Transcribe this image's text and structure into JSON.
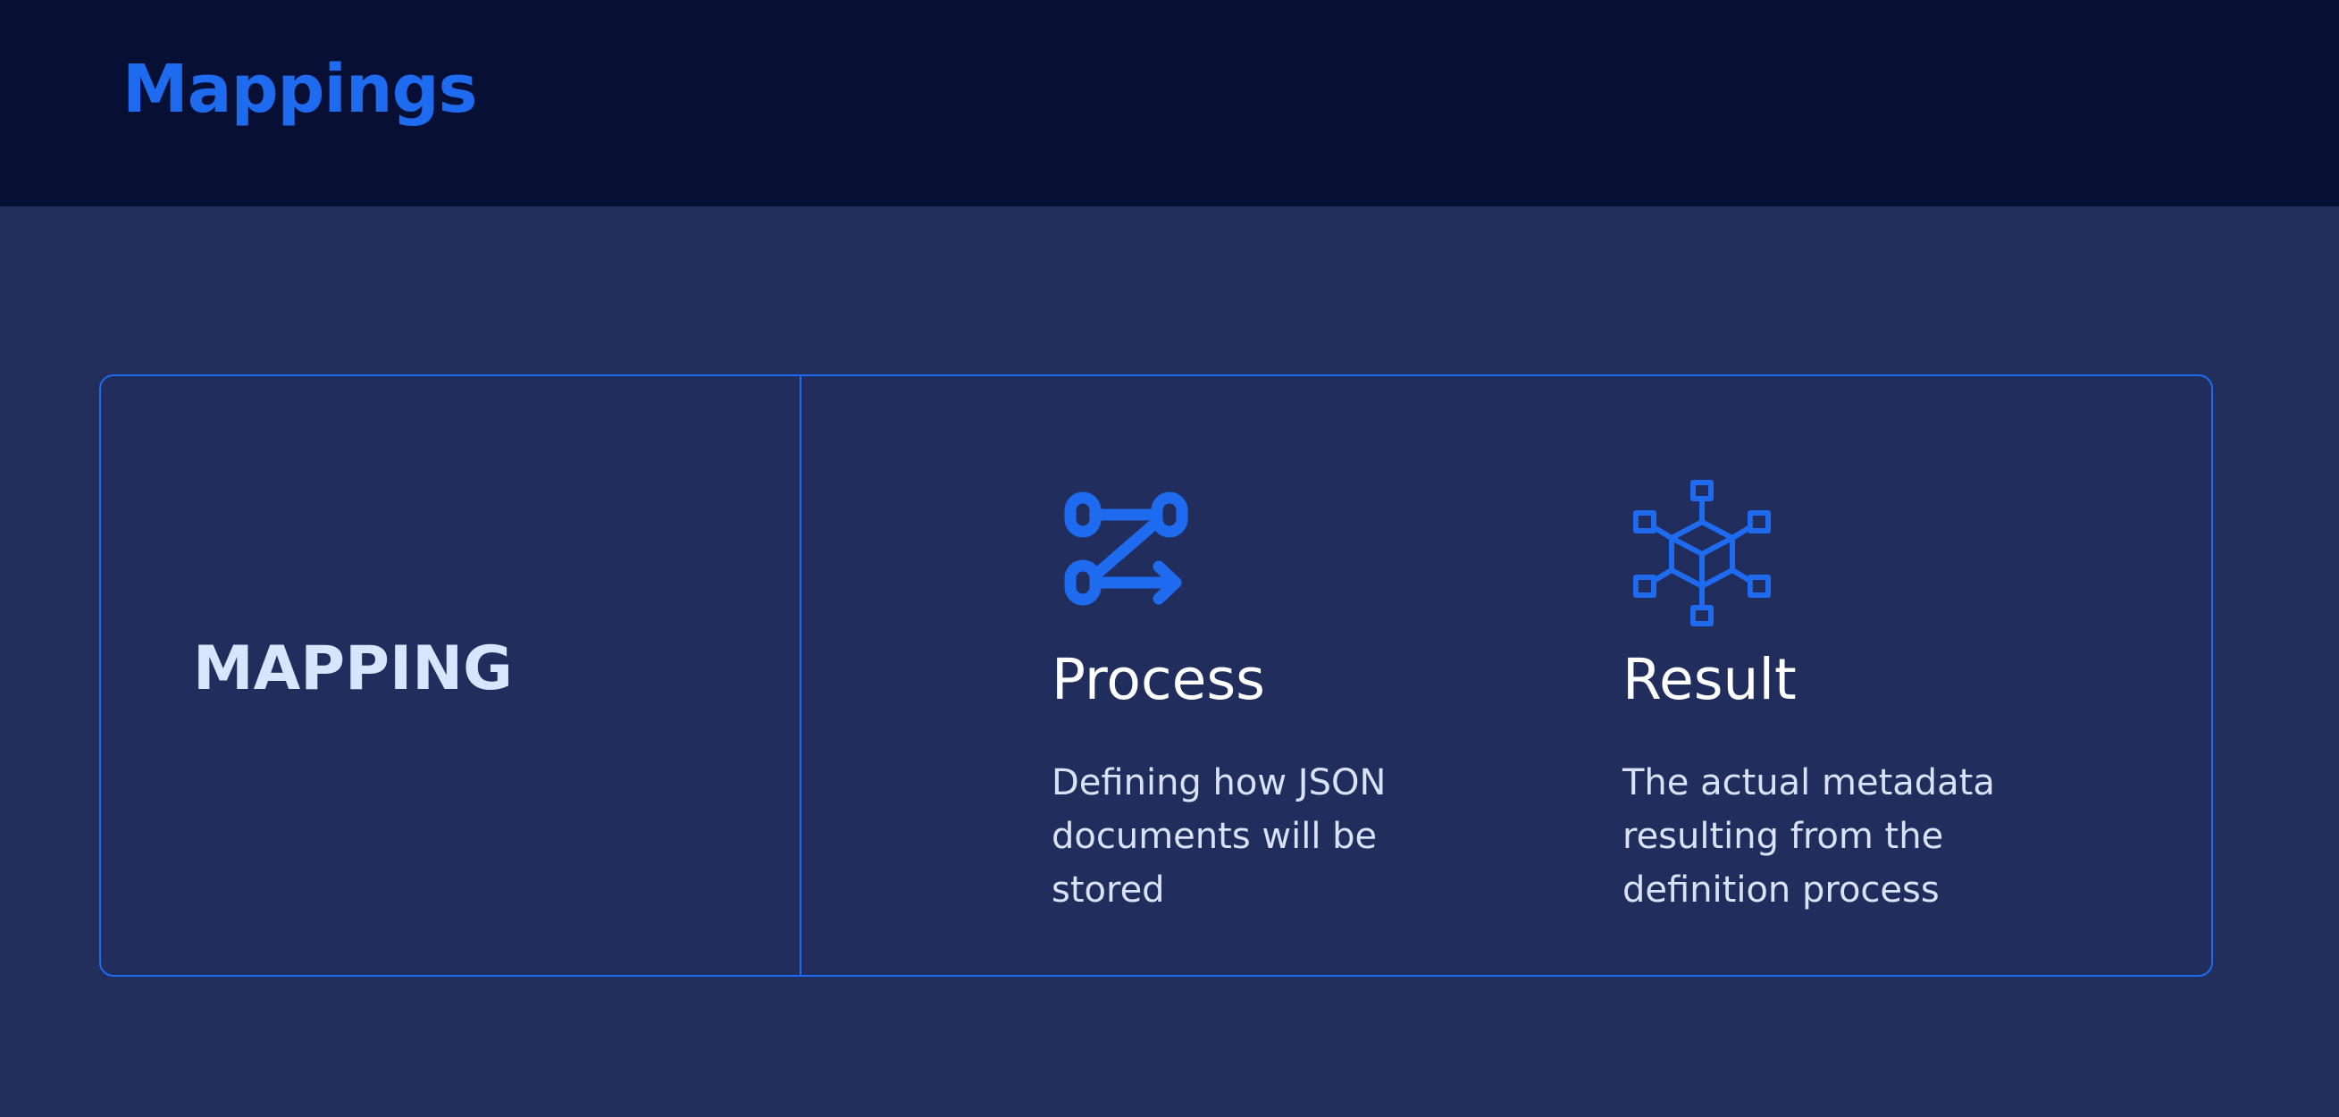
{
  "header": {
    "title": "Mappings"
  },
  "card": {
    "label": "MAPPING",
    "features": [
      {
        "icon": "process-icon",
        "title": "Process",
        "description": "Defining how JSON documents will be stored"
      },
      {
        "icon": "network-cube-icon",
        "title": "Result",
        "description": "The actual metadata resulting from the definition process"
      }
    ]
  },
  "colors": {
    "accent": "#1e6bf0",
    "header_bg": "#071034",
    "body_bg": "#222e5c"
  }
}
